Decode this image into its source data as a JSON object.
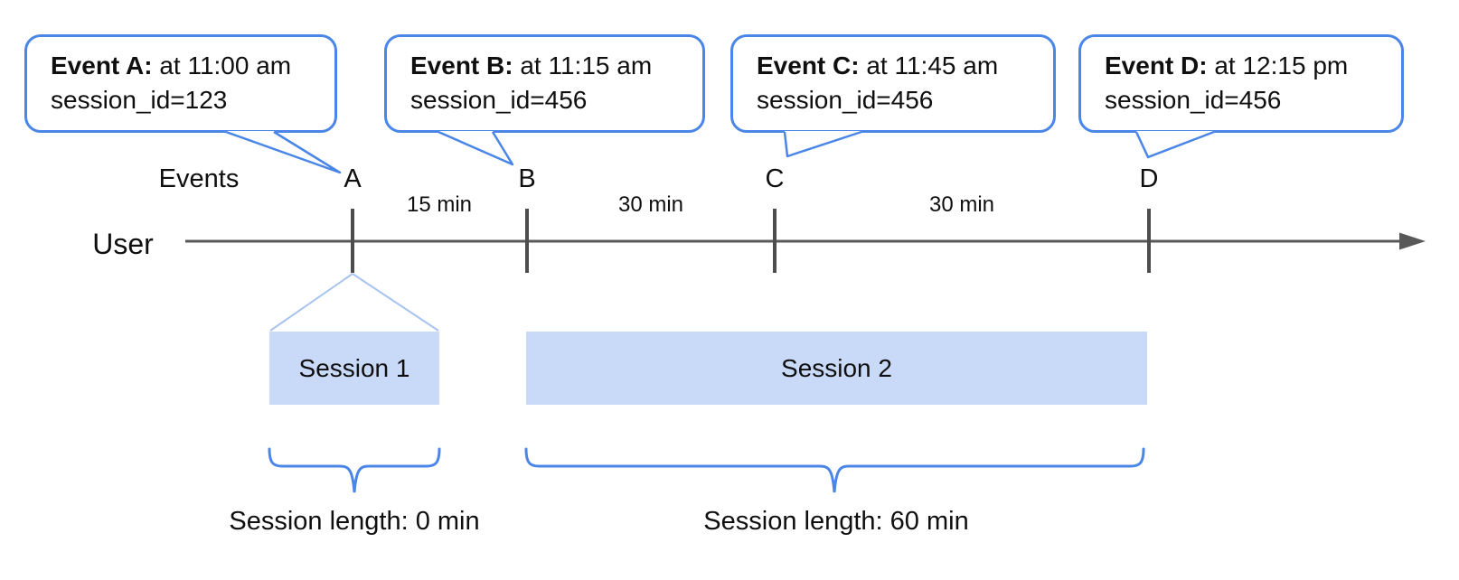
{
  "diagram_title": "event-session-timeline",
  "colors": {
    "bubble_border": "#4a86e8",
    "brace": "#4a86e8",
    "funnel_line": "#a8c4f0",
    "session_bar_fill": "#c9daf8",
    "timeline": "#595959",
    "text": "#0f0f0f"
  },
  "bubbles": [
    {
      "event_label": "Event A:",
      "time_text": " at 11:00 am",
      "detail_text": "session_id=123"
    },
    {
      "event_label": "Event B:",
      "time_text": " at 11:15 am",
      "detail_text": "session_id=456"
    },
    {
      "event_label": "Event C:",
      "time_text": " at 11:45 am",
      "detail_text": "session_id=456"
    },
    {
      "event_label": "Event D:",
      "time_text": " at 12:15 pm",
      "detail_text": "session_id=456"
    }
  ],
  "timeline": {
    "events_row_label": "Events",
    "axis_label": "User",
    "event_letters": [
      "A",
      "B",
      "C",
      "D"
    ],
    "intervals": [
      "15 min",
      "30 min",
      "30 min"
    ]
  },
  "sessions": [
    {
      "bar_label": "Session 1",
      "length_label": "Session length: 0 min"
    },
    {
      "bar_label": "Session 2",
      "length_label": "Session length: 60 min"
    }
  ]
}
